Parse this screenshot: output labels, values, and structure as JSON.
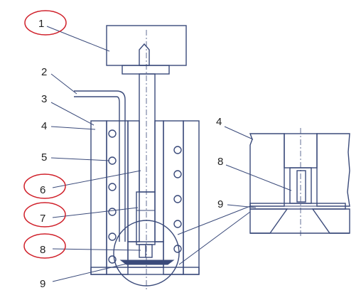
{
  "labels": {
    "main": [
      "1",
      "2",
      "3",
      "4",
      "5",
      "6",
      "7",
      "8",
      "9"
    ],
    "detail": [
      "4",
      "8",
      "9"
    ]
  },
  "highlighted": [
    "1",
    "6",
    "7",
    "8"
  ],
  "colors": {
    "ink": "#3a4a7a",
    "highlight": "#d0202a",
    "text": "#222222"
  }
}
